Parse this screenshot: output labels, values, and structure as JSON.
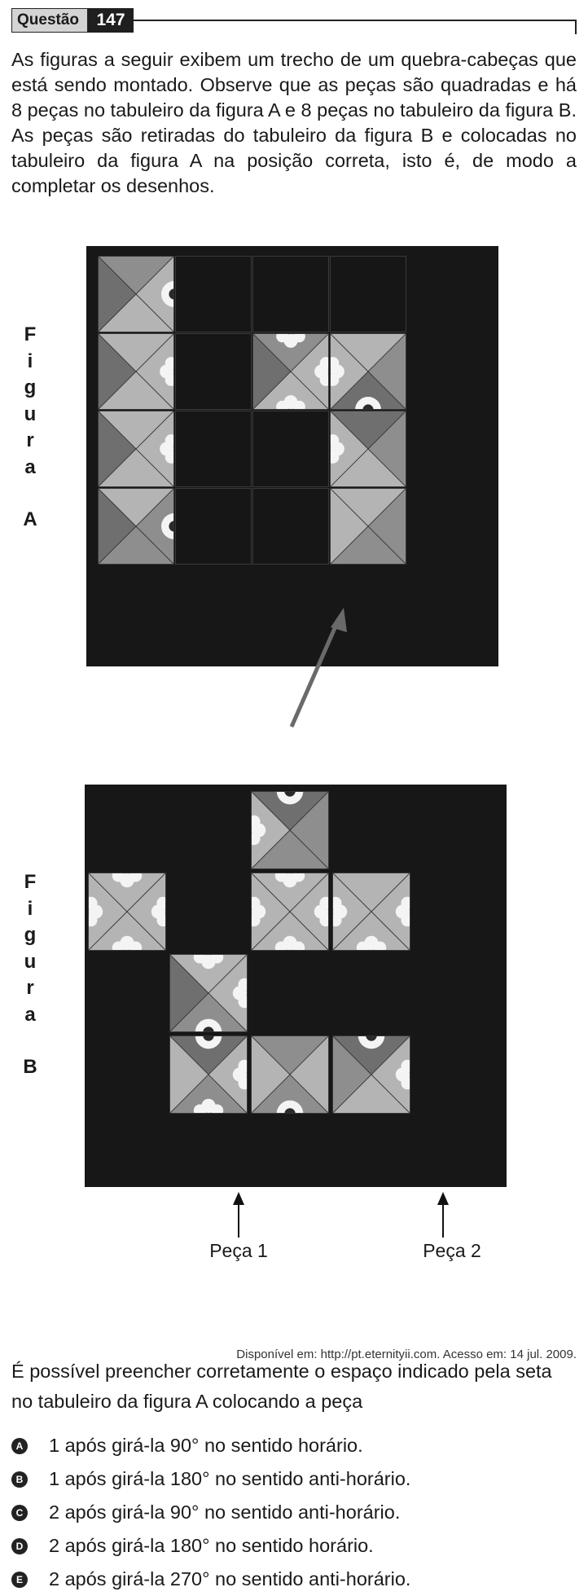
{
  "header": {
    "label": "Questão",
    "number": "147"
  },
  "statement": "As figuras a seguir exibem um trecho de um quebra-cabeças que está sendo montado. Observe que as peças são quadradas e há 8 peças no tabuleiro da figura A e 8 peças no tabuleiro da figura B. As peças são retiradas do tabuleiro da figura B e colocadas no tabuleiro da figura A na posição correta, isto é, de modo a completar os desenhos.",
  "figure_a": {
    "letters": [
      "F",
      "i",
      "g",
      "u",
      "r",
      "a"
    ],
    "tag": "A"
  },
  "figure_b": {
    "letters": [
      "F",
      "i",
      "g",
      "u",
      "r",
      "a"
    ],
    "tag": "B"
  },
  "peca_1": "Peça 1",
  "peca_2": "Peça 2",
  "source": "Disponível em: http://pt.eternityii.com. Acesso em: 14 jul. 2009.",
  "question": "É possível preencher corretamente o espaço indicado pela seta no tabuleiro da figura A colocando a peça",
  "options": [
    {
      "letter": "A",
      "text": "1 após girá-la 90° no sentido horário."
    },
    {
      "letter": "B",
      "text": "1 após girá-la 180° no sentido anti-horário."
    },
    {
      "letter": "C",
      "text": "2 após girá-la 90° no sentido anti-horário."
    },
    {
      "letter": "D",
      "text": "2 após girá-la 180° no sentido horário."
    },
    {
      "letter": "E",
      "text": "2 após girá-la 270° no sentido anti-horário."
    }
  ],
  "colors": {
    "tile_dark": "#6f6f6f",
    "tile_mid": "#8e8e8e",
    "tile_light": "#b4b4b4",
    "motif": "#f4f4f4",
    "board": "#161616"
  }
}
